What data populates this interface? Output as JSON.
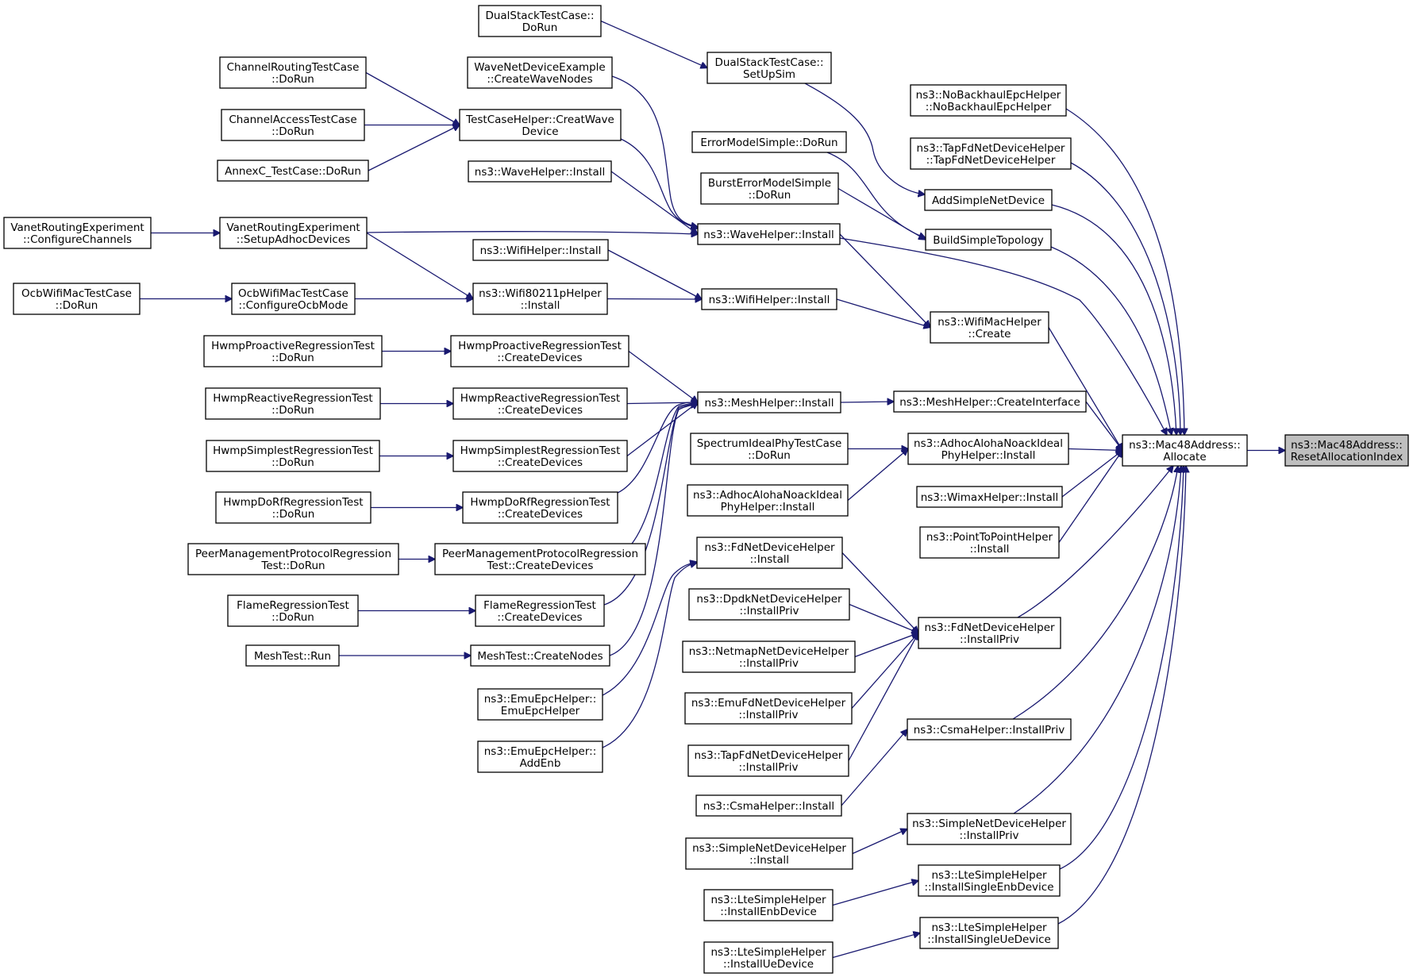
{
  "diagram": {
    "title": "",
    "colors": {
      "edge": "#191970",
      "box_border": "#000000",
      "box_fill": "#ffffff",
      "highlight_fill": "#bfbfbf"
    },
    "nodes": [
      {
        "id": "n_reset",
        "lines": [
          "ns3::Mac48Address::",
          "ResetAllocationIndex"
        ],
        "highlight": true
      },
      {
        "id": "n_alloc",
        "lines": [
          "ns3::Mac48Address::",
          "Allocate"
        ]
      },
      {
        "id": "n_nobackhaul",
        "lines": [
          "ns3::NoBackhaulEpcHelper",
          "::NoBackhaulEpcHelper"
        ]
      },
      {
        "id": "n_tapfdhelper",
        "lines": [
          "ns3::TapFdNetDeviceHelper",
          "::TapFdNetDeviceHelper"
        ]
      },
      {
        "id": "n_addsimple",
        "lines": [
          "AddSimpleNetDevice"
        ]
      },
      {
        "id": "n_buildsimple",
        "lines": [
          "BuildSimpleTopology"
        ]
      },
      {
        "id": "n_wifimac",
        "lines": [
          "ns3::WifiMacHelper",
          "::Create"
        ]
      },
      {
        "id": "n_meshci",
        "lines": [
          "ns3::MeshHelper::CreateInterface"
        ]
      },
      {
        "id": "n_adhocphy",
        "lines": [
          "ns3::AdhocAlohaNoackIdeal",
          "PhyHelper::Install"
        ]
      },
      {
        "id": "n_wimax",
        "lines": [
          "ns3::WimaxHelper::Install"
        ]
      },
      {
        "id": "n_p2p",
        "lines": [
          "ns3::PointToPointHelper",
          "::Install"
        ]
      },
      {
        "id": "n_fdpriv",
        "lines": [
          "ns3::FdNetDeviceHelper",
          "::InstallPriv"
        ]
      },
      {
        "id": "n_csmapriv",
        "lines": [
          "ns3::CsmaHelper::InstallPriv"
        ]
      },
      {
        "id": "n_simplepriv",
        "lines": [
          "ns3::SimpleNetDeviceHelper",
          "::InstallPriv"
        ]
      },
      {
        "id": "n_ltesenb",
        "lines": [
          "ns3::LteSimpleHelper",
          "::InstallSingleEnbDevice"
        ]
      },
      {
        "id": "n_ltesue",
        "lines": [
          "ns3::LteSimpleHelper",
          "::InstallSingleUeDevice"
        ]
      },
      {
        "id": "n_dualsetup",
        "lines": [
          "DualStackTestCase::",
          "SetUpSim"
        ]
      },
      {
        "id": "n_dualrun",
        "lines": [
          "DualStackTestCase::",
          "DoRun"
        ]
      },
      {
        "id": "n_errsimple",
        "lines": [
          "ErrorModelSimple::DoRun"
        ]
      },
      {
        "id": "n_bursterr",
        "lines": [
          "BurstErrorModelSimple",
          "::DoRun"
        ]
      },
      {
        "id": "n_waveinst",
        "lines": [
          "ns3::WaveHelper::Install"
        ]
      },
      {
        "id": "n_wifiinst2",
        "lines": [
          "ns3::WifiHelper::Install"
        ]
      },
      {
        "id": "n_meshinst",
        "lines": [
          "ns3::MeshHelper::Install"
        ]
      },
      {
        "id": "n_specideal",
        "lines": [
          "SpectrumIdealPhyTestCase",
          "::DoRun"
        ]
      },
      {
        "id": "n_adhocphy2",
        "lines": [
          "ns3::AdhocAlohaNoackIdeal",
          "PhyHelper::Install"
        ]
      },
      {
        "id": "n_fdinst",
        "lines": [
          "ns3::FdNetDeviceHelper",
          "::Install"
        ]
      },
      {
        "id": "n_dpdk",
        "lines": [
          "ns3::DpdkNetDeviceHelper",
          "::InstallPriv"
        ]
      },
      {
        "id": "n_netmap",
        "lines": [
          "ns3::NetmapNetDeviceHelper",
          "::InstallPriv"
        ]
      },
      {
        "id": "n_emufd",
        "lines": [
          "ns3::EmuFdNetDeviceHelper",
          "::InstallPriv"
        ]
      },
      {
        "id": "n_tapfdpriv",
        "lines": [
          "ns3::TapFdNetDeviceHelper",
          "::InstallPriv"
        ]
      },
      {
        "id": "n_csmainst",
        "lines": [
          "ns3::CsmaHelper::Install"
        ]
      },
      {
        "id": "n_simpleinst",
        "lines": [
          "ns3::SimpleNetDeviceHelper",
          "::Install"
        ]
      },
      {
        "id": "n_lteenbdev",
        "lines": [
          "ns3::LteSimpleHelper",
          "::InstallEnbDevice"
        ]
      },
      {
        "id": "n_lteuedev",
        "lines": [
          "ns3::LteSimpleHelper",
          "::InstallUeDevice"
        ]
      },
      {
        "id": "n_wavenetex",
        "lines": [
          "WaveNetDeviceExample",
          "::CreateWaveNodes"
        ]
      },
      {
        "id": "n_tchelper",
        "lines": [
          "TestCaseHelper::CreatWave",
          "Device"
        ]
      },
      {
        "id": "n_wavehelperinst",
        "lines": [
          "ns3::WaveHelper::Install"
        ]
      },
      {
        "id": "n_vanetsetup",
        "lines": [
          "VanetRoutingExperiment",
          "::SetupAdhocDevices"
        ]
      },
      {
        "id": "n_wifihelperinst",
        "lines": [
          "ns3::WifiHelper::Install"
        ]
      },
      {
        "id": "n_wifi80211p",
        "lines": [
          "ns3::Wifi80211pHelper",
          "::Install"
        ]
      },
      {
        "id": "n_hwmpproactcd",
        "lines": [
          "HwmpProactiveRegressionTest",
          "::CreateDevices"
        ]
      },
      {
        "id": "n_hwmpreactcd",
        "lines": [
          "HwmpReactiveRegressionTest",
          "::CreateDevices"
        ]
      },
      {
        "id": "n_hwmpsimpcd",
        "lines": [
          "HwmpSimplestRegressionTest",
          "::CreateDevices"
        ]
      },
      {
        "id": "n_hwmpdorfcd",
        "lines": [
          "HwmpDoRfRegressionTest",
          "::CreateDevices"
        ]
      },
      {
        "id": "n_peermgmtcd",
        "lines": [
          "PeerManagementProtocolRegression",
          "Test::CreateDevices"
        ]
      },
      {
        "id": "n_flamecd",
        "lines": [
          "FlameRegressionTest",
          "::CreateDevices"
        ]
      },
      {
        "id": "n_meshtestcn",
        "lines": [
          "MeshTest::CreateNodes"
        ]
      },
      {
        "id": "n_emuepc",
        "lines": [
          "ns3::EmuEpcHelper::",
          "EmuEpcHelper"
        ]
      },
      {
        "id": "n_emuepcadd",
        "lines": [
          "ns3::EmuEpcHelper::",
          "AddEnb"
        ]
      },
      {
        "id": "n_chroute",
        "lines": [
          "ChannelRoutingTestCase",
          "::DoRun"
        ]
      },
      {
        "id": "n_chaccess",
        "lines": [
          "ChannelAccessTestCase",
          "::DoRun"
        ]
      },
      {
        "id": "n_annexc",
        "lines": [
          "AnnexC_TestCase::DoRun"
        ]
      },
      {
        "id": "n_vanetcfg",
        "lines": [
          "VanetRoutingExperiment",
          "::ConfigureChannels"
        ]
      },
      {
        "id": "n_ocbcfg",
        "lines": [
          "OcbWifiMacTestCase",
          "::ConfigureOcbMode"
        ]
      },
      {
        "id": "n_ocbrun",
        "lines": [
          "OcbWifiMacTestCase",
          "::DoRun"
        ]
      },
      {
        "id": "n_hwmpproactrun",
        "lines": [
          "HwmpProactiveRegressionTest",
          "::DoRun"
        ]
      },
      {
        "id": "n_hwmpreactrun",
        "lines": [
          "HwmpReactiveRegressionTest",
          "::DoRun"
        ]
      },
      {
        "id": "n_hwmpsimprun",
        "lines": [
          "HwmpSimplestRegressionTest",
          "::DoRun"
        ]
      },
      {
        "id": "n_hwmpdorfrun",
        "lines": [
          "HwmpDoRfRegressionTest",
          "::DoRun"
        ]
      },
      {
        "id": "n_peermgmtrun",
        "lines": [
          "PeerManagementProtocolRegression",
          "Test::DoRun"
        ]
      },
      {
        "id": "n_flamerun",
        "lines": [
          "FlameRegressionTest",
          "::DoRun"
        ]
      },
      {
        "id": "n_meshtestrun",
        "lines": [
          "MeshTest::Run"
        ]
      }
    ],
    "edges": [
      {
        "from": "n_alloc",
        "to": "n_reset"
      },
      {
        "from": "n_nobackhaul",
        "to": "n_alloc"
      },
      {
        "from": "n_tapfdhelper",
        "to": "n_alloc"
      },
      {
        "from": "n_addsimple",
        "to": "n_alloc"
      },
      {
        "from": "n_buildsimple",
        "to": "n_alloc"
      },
      {
        "from": "n_waveinst",
        "to": "n_alloc"
      },
      {
        "from": "n_wifimac",
        "to": "n_alloc"
      },
      {
        "from": "n_meshci",
        "to": "n_alloc"
      },
      {
        "from": "n_adhocphy",
        "to": "n_alloc"
      },
      {
        "from": "n_wimax",
        "to": "n_alloc"
      },
      {
        "from": "n_p2p",
        "to": "n_alloc"
      },
      {
        "from": "n_fdpriv",
        "to": "n_alloc"
      },
      {
        "from": "n_csmapriv",
        "to": "n_alloc"
      },
      {
        "from": "n_simplepriv",
        "to": "n_alloc"
      },
      {
        "from": "n_ltesenb",
        "to": "n_alloc"
      },
      {
        "from": "n_ltesue",
        "to": "n_alloc"
      },
      {
        "from": "n_dualsetup",
        "to": "n_addsimple"
      },
      {
        "from": "n_dualrun",
        "to": "n_dualsetup"
      },
      {
        "from": "n_errsimple",
        "to": "n_buildsimple"
      },
      {
        "from": "n_bursterr",
        "to": "n_buildsimple"
      },
      {
        "from": "n_waveinst",
        "to": "n_wifimac"
      },
      {
        "from": "n_wifiinst2",
        "to": "n_wifimac"
      },
      {
        "from": "n_meshinst",
        "to": "n_meshci"
      },
      {
        "from": "n_specideal",
        "to": "n_adhocphy"
      },
      {
        "from": "n_adhocphy2",
        "to": "n_adhocphy"
      },
      {
        "from": "n_fdinst",
        "to": "n_fdpriv"
      },
      {
        "from": "n_dpdk",
        "to": "n_fdpriv"
      },
      {
        "from": "n_netmap",
        "to": "n_fdpriv"
      },
      {
        "from": "n_emufd",
        "to": "n_fdpriv"
      },
      {
        "from": "n_tapfdpriv",
        "to": "n_fdpriv"
      },
      {
        "from": "n_csmainst",
        "to": "n_csmapriv"
      },
      {
        "from": "n_simpleinst",
        "to": "n_simplepriv"
      },
      {
        "from": "n_lteenbdev",
        "to": "n_ltesenb"
      },
      {
        "from": "n_lteuedev",
        "to": "n_ltesue"
      },
      {
        "from": "n_wavenetex",
        "to": "n_waveinst"
      },
      {
        "from": "n_tchelper",
        "to": "n_waveinst"
      },
      {
        "from": "n_wavehelperinst",
        "to": "n_waveinst"
      },
      {
        "from": "n_vanetsetup",
        "to": "n_waveinst"
      },
      {
        "from": "n_wifihelperinst",
        "to": "n_wifiinst2"
      },
      {
        "from": "n_wifi80211p",
        "to": "n_wifiinst2"
      },
      {
        "from": "n_hwmpproactcd",
        "to": "n_meshinst"
      },
      {
        "from": "n_hwmpreactcd",
        "to": "n_meshinst"
      },
      {
        "from": "n_hwmpsimpcd",
        "to": "n_meshinst"
      },
      {
        "from": "n_hwmpdorfcd",
        "to": "n_meshinst"
      },
      {
        "from": "n_peermgmtcd",
        "to": "n_meshinst"
      },
      {
        "from": "n_flamecd",
        "to": "n_meshinst"
      },
      {
        "from": "n_meshtestcn",
        "to": "n_meshinst"
      },
      {
        "from": "n_emuepc",
        "to": "n_fdinst"
      },
      {
        "from": "n_emuepcadd",
        "to": "n_fdinst"
      },
      {
        "from": "n_chroute",
        "to": "n_tchelper"
      },
      {
        "from": "n_chaccess",
        "to": "n_tchelper"
      },
      {
        "from": "n_annexc",
        "to": "n_tchelper"
      },
      {
        "from": "n_vanetcfg",
        "to": "n_vanetsetup"
      },
      {
        "from": "n_vanetsetup",
        "to": "n_wifi80211p"
      },
      {
        "from": "n_ocbcfg",
        "to": "n_wifi80211p"
      },
      {
        "from": "n_ocbrun",
        "to": "n_ocbcfg"
      },
      {
        "from": "n_hwmpproactrun",
        "to": "n_hwmpproactcd"
      },
      {
        "from": "n_hwmpreactrun",
        "to": "n_hwmpreactcd"
      },
      {
        "from": "n_hwmpsimprun",
        "to": "n_hwmpsimpcd"
      },
      {
        "from": "n_hwmpdorfrun",
        "to": "n_hwmpdorfcd"
      },
      {
        "from": "n_peermgmtrun",
        "to": "n_peermgmtcd"
      },
      {
        "from": "n_flamerun",
        "to": "n_flamecd"
      },
      {
        "from": "n_meshtestrun",
        "to": "n_meshtestcn"
      }
    ]
  }
}
